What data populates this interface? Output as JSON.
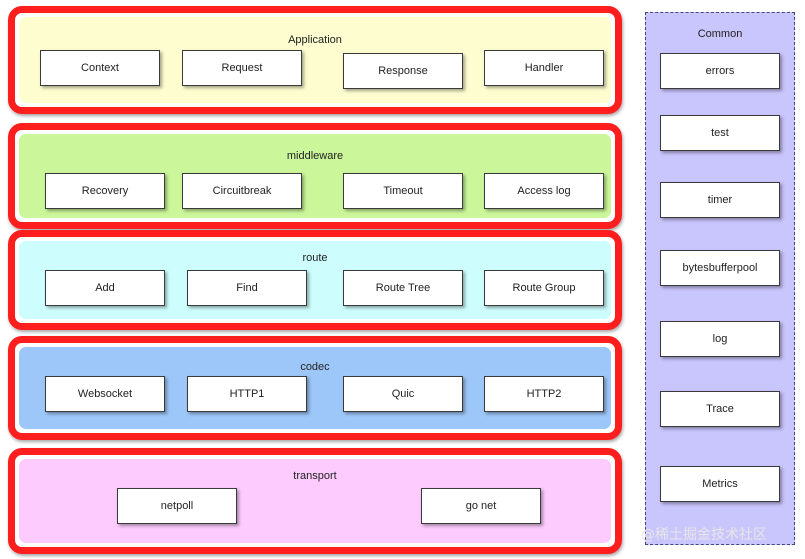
{
  "layers": {
    "application": {
      "title": "Application",
      "colors": {
        "border": "#ff1e1e",
        "fill": "#fdfdcf"
      },
      "items": [
        "Context",
        "Request",
        "Response",
        "Handler"
      ]
    },
    "middleware": {
      "title": "middleware",
      "colors": {
        "border": "#ff1e1e",
        "fill": "#cbf79a"
      },
      "items": [
        "Recovery",
        "Circuitbreak",
        "Timeout",
        "Access log"
      ]
    },
    "route": {
      "title": "route",
      "colors": {
        "border": "#ff1e1e",
        "fill": "#cdfdfd"
      },
      "items": [
        "Add",
        "Find",
        "Route Tree",
        "Route Group"
      ]
    },
    "codec": {
      "title": "codec",
      "colors": {
        "border": "#ff1e1e",
        "fill": "#9dc7f9"
      },
      "items": [
        "Websocket",
        "HTTP1",
        "Quic",
        "HTTP2"
      ]
    },
    "transport": {
      "title": "transport",
      "colors": {
        "border": "#ff1e1e",
        "fill": "#fdcbfd"
      },
      "items": [
        "netpoll",
        "go net"
      ]
    }
  },
  "common": {
    "title": "Common",
    "colors": {
      "fill": "#c9c5fd",
      "border": "#444a77"
    },
    "items": [
      "errors",
      "test",
      "timer",
      "bytesbufferpool",
      "log",
      "Trace",
      "Metrics"
    ]
  },
  "watermark": "@稀土掘金技术社区"
}
